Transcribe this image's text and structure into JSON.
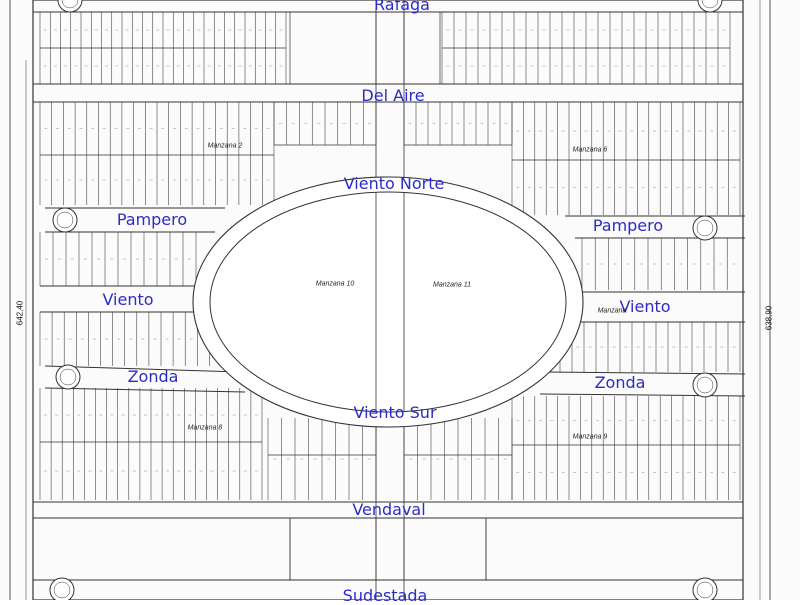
{
  "streets": {
    "rafaga": "Rafaga",
    "del_aire": "Del Aire",
    "viento_norte": "Viento Norte",
    "pampero_left": "Pampero",
    "pampero_right": "Pampero",
    "viento_left": "Viento",
    "viento_right": "Viento",
    "zonda_left": "Zonda",
    "zonda_right": "Zonda",
    "viento_sur": "Viento Sur",
    "vendaval": "Vendaval",
    "sudestada": "Sudestada"
  },
  "blocks": {
    "manzana_2": "Manzana 2",
    "manzana_6": "Manzana 6",
    "manzana_8": "Manzana 8",
    "manzana_9": "Manzana 9",
    "manzana_10": "Manzana 10",
    "manzana_11": "Manzana 11",
    "manzana_right": "Manzana"
  },
  "dimensions": {
    "left_side": "642,40",
    "right_side": "638,90"
  },
  "colors": {
    "street_label": "#2b2bc9",
    "line": "#333333"
  }
}
